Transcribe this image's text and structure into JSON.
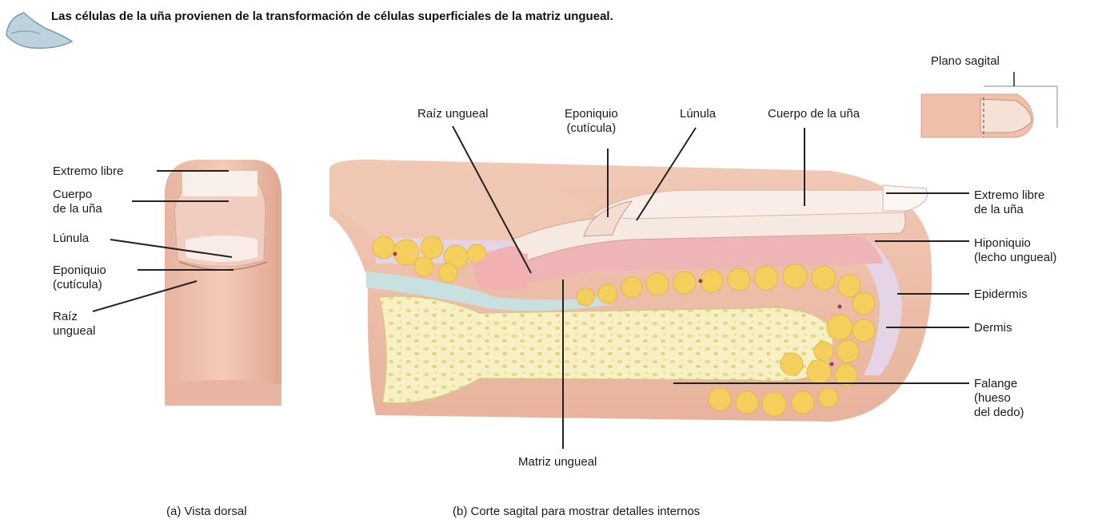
{
  "header": {
    "title": "Las células de la uña provienen de la transformación de células superficiales de la matriz ungueal."
  },
  "inset": {
    "label": "Plano sagital"
  },
  "dorsal_view": {
    "caption": "(a) Vista dorsal",
    "labels": {
      "free_edge": "Extremo libre",
      "nail_body": "Cuerpo\nde la uña",
      "lunula": "Lúnula",
      "eponychium": "Eponiquio\n(cutícula)",
      "nail_root": "Raíz\nungueal"
    }
  },
  "sagittal_view": {
    "caption": "(b) Corte sagital para mostrar detalles internos",
    "labels": {
      "nail_root": "Raíz ungueal",
      "eponychium": "Eponiquio\n(cutícula)",
      "lunula": "Lúnula",
      "nail_body": "Cuerpo de la uña",
      "free_edge": "Extremo libre\nde la uña",
      "hyponychium": "Hiponiquio\n(lecho ungueal)",
      "epidermis": "Epidermis",
      "dermis": "Dermis",
      "phalanx": "Falange\n(hueso\ndel dedo)",
      "nail_matrix": "Matriz ungueal"
    }
  },
  "colors": {
    "skin": "#efc2ad",
    "skin_dark": "#e3a990",
    "nail_bed": "#f0b8b4",
    "nail_plate": "#f6ece6",
    "fat": "#f3d36a",
    "bone": "#f7f0c0",
    "leader_line": "#222222"
  }
}
